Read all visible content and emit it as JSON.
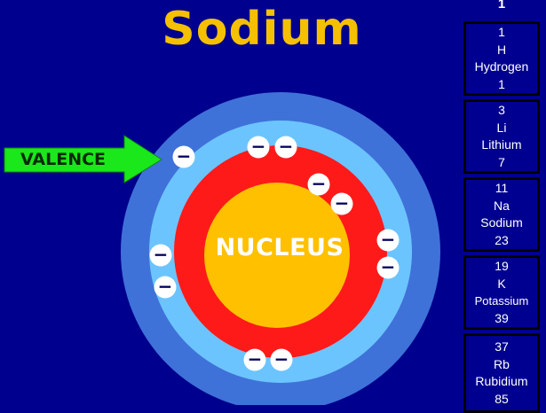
{
  "title": "Sodium",
  "diagram": {
    "valence_label": "VALENCE",
    "nucleus_label": "NUCLEUS",
    "electron_symbol": "−",
    "colors": {
      "outer_shell": "#3f72d8",
      "middle_shell": "#6cc4ff",
      "inner_shell": "#ff1a1a",
      "nucleus": "#ffc000",
      "arrow": "#1ae81a"
    }
  },
  "periodic_column": {
    "group_number": "1",
    "elements": [
      {
        "number": "1",
        "symbol": "H",
        "name": "Hydrogen",
        "mass": "1"
      },
      {
        "number": "3",
        "symbol": "Li",
        "name": "Lithium",
        "mass": "7"
      },
      {
        "number": "11",
        "symbol": "Na",
        "name": "Sodium",
        "mass": "23"
      },
      {
        "number": "19",
        "symbol": "K",
        "name": "Potassium",
        "mass": "39"
      },
      {
        "number": "37",
        "symbol": "Rb",
        "name": "Rubidium",
        "mass": "85"
      }
    ]
  }
}
